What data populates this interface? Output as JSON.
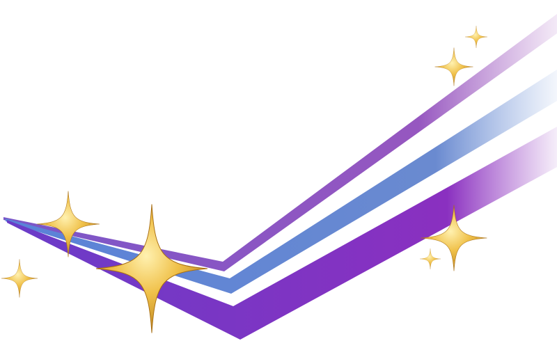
{
  "scene": {
    "background": "#ffffff",
    "stripes": [
      {
        "name": "upper-stripe",
        "color_start": "#7a55c8",
        "color_mid": "#9657c0",
        "color_end": "#b070c8"
      },
      {
        "name": "middle-stripe",
        "color_start": "#5a82d8",
        "color_mid": "#6a8ad0",
        "color_end": "#8aa8e0"
      },
      {
        "name": "lower-stripe",
        "color_start": "#6a3cc8",
        "color_mid": "#8a30c0",
        "color_end": "#a050c8"
      }
    ],
    "sparkles": [
      {
        "name": "sparkle-large",
        "icon": "four-point-star-icon",
        "color": "#e7b23a"
      },
      {
        "name": "sparkle-upper-left",
        "icon": "four-point-star-icon",
        "color": "#e7b23a"
      },
      {
        "name": "sparkle-small-left",
        "icon": "four-point-star-icon",
        "color": "#e7b23a"
      },
      {
        "name": "sparkle-right",
        "icon": "four-point-star-icon",
        "color": "#e7b23a"
      },
      {
        "name": "sparkle-right-small",
        "icon": "four-point-star-icon",
        "color": "#e7b23a"
      },
      {
        "name": "sparkle-top-right",
        "icon": "four-point-star-icon",
        "color": "#e7b23a"
      },
      {
        "name": "sparkle-top-right-tiny",
        "icon": "four-point-star-icon",
        "color": "#e7b23a"
      }
    ]
  }
}
